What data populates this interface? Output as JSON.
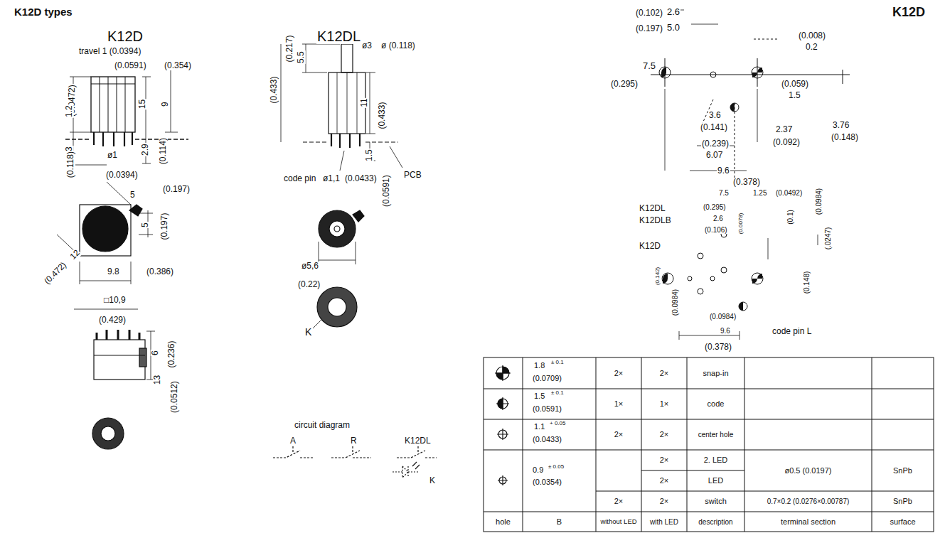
{
  "diagram": {
    "title": "K12D types",
    "labels": [
      "K12D",
      "travel 1 (0.0394)",
      "(0.0591)",
      "(0.354)",
      "(0.0472)",
      "1.2",
      "15",
      "9",
      "3",
      "(0.118)",
      "ø1",
      "(0.0394)",
      "2.9",
      "(0.114)",
      "(0.197)",
      "5",
      "5",
      "(0.197)",
      "12",
      "(0.472)",
      "9.8",
      "(0.386)",
      "□10,9",
      "(0.429)",
      "6",
      "(0.236)",
      "13",
      "(0.0512)",
      "K12DL",
      "(0.217)",
      "ø3",
      "ø (0.118)",
      "(0.433)",
      "5.5",
      "11",
      "(0.433)",
      "1.5",
      "PCB",
      "code pin",
      "ø1,1",
      "(0.0433)",
      "(0.0591)",
      "ø5,6",
      "(0.22)",
      "K",
      "circuit diagram",
      "A",
      "R",
      "K12DL",
      "K",
      "(0.102)",
      "2.6",
      "(0.197)",
      "5.0",
      "K12D",
      "(0.008)",
      "0.2",
      "7.5",
      "(0.295)",
      "(0.059)",
      "1.5",
      "3.6",
      "(0.141)",
      "2.37",
      "(0.092)",
      "3.76",
      "(0.148)",
      "(0.239)",
      "6.07",
      "9.6",
      "(0.378)",
      "7.5",
      "1.25",
      "(0.0492)",
      "(0.0984)",
      "K12DL",
      "K12DLB",
      "(0.295)",
      "2.6",
      "(0.106)",
      "(0.0078)",
      "(0.1)",
      "(.0247)",
      "K12D",
      "(0.142)",
      "(0.148)",
      "(0.0984)",
      "(0.0984)",
      "9.6",
      "(0.378)",
      "code pin L",
      "1.8",
      "± 0.1",
      "(0.0709)",
      "2×",
      "2×",
      "snap-in",
      "1.5",
      "± 0.1",
      "(0.0591)",
      "1×",
      "1×",
      "code",
      "1.1",
      "+ 0.05",
      "(0.0433)",
      "2×",
      "2×",
      "center hole",
      "0.9",
      "± 0.05",
      "(0.0354)",
      "2×",
      "2. LED",
      "2×",
      "LED",
      "ø0.5 (0.0197)",
      "SnPb",
      "2×",
      "2×",
      "switch",
      "0.7×0.2 (0.0276×0.00787)",
      "SnPb",
      "hole",
      "B",
      "without LED",
      "with LED",
      "description",
      "terminal section",
      "surface"
    ]
  }
}
